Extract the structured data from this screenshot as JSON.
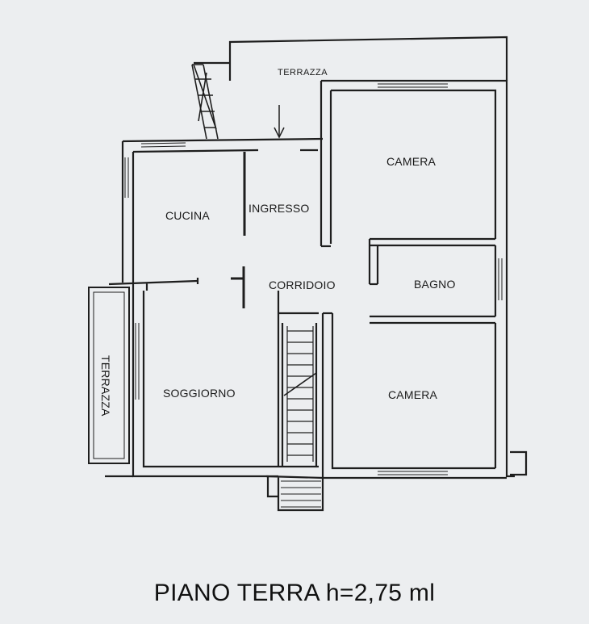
{
  "rooms": {
    "terrazza_top": "TERRAZZA",
    "camera_top": "CAMERA",
    "cucina": "CUCINA",
    "ingresso": "INGRESSO",
    "corridoio": "CORRIDOIO",
    "bagno": "BAGNO",
    "terrazza_left": "TERRAZZA",
    "soggiorno": "SOGGIORNO",
    "camera_bottom": "CAMERA"
  },
  "caption": "PIANO TERRA h=2,75 ml"
}
